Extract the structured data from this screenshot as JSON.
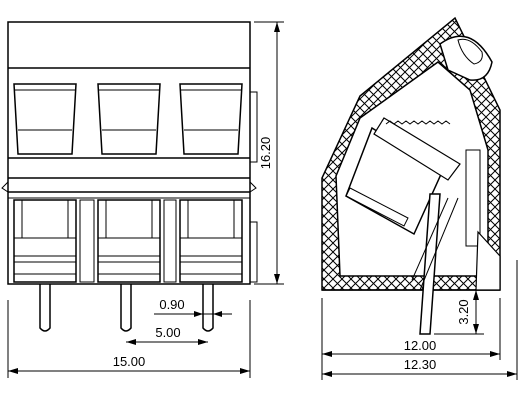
{
  "dimensions": {
    "total_height": "16.20",
    "pin_width": "0.90",
    "pitch": "5.00",
    "total_width": "15.00",
    "pin_length": "3.20",
    "side_depth": "12.00",
    "side_total_depth": "12.30"
  },
  "colors": {
    "line": "#000000",
    "hatch": "#000000",
    "background": "#ffffff"
  }
}
